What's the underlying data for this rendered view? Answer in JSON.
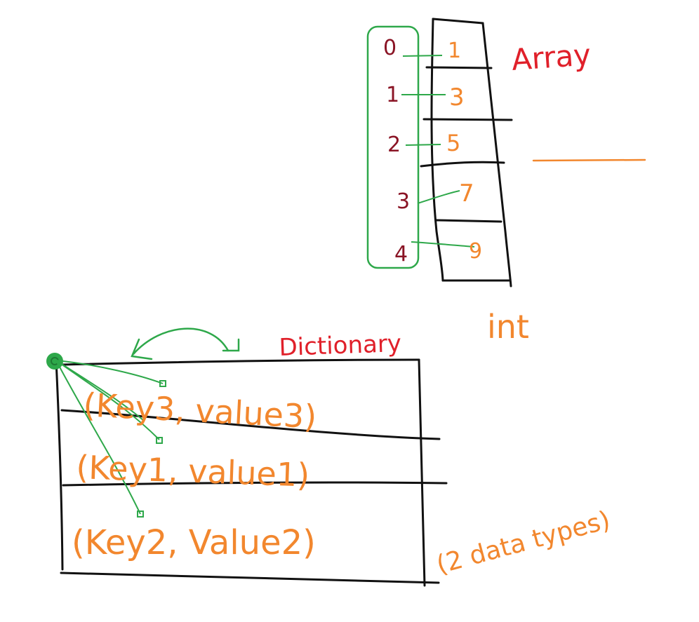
{
  "array": {
    "title": "Array",
    "indices": [
      "0",
      "1",
      "2",
      "3",
      "4"
    ],
    "values": [
      "1",
      "3",
      "5",
      "7",
      "9"
    ],
    "type_label": "int"
  },
  "dictionary": {
    "title": "Dictionary",
    "entries": [
      "(Key3, value3)",
      "(Key1, value1)",
      "(Key2, Value2)"
    ],
    "type_label": "(2 data types)"
  },
  "colors": {
    "black_lines": "#111111",
    "green_links": "#2ea84a",
    "orange_values": "#f2872e",
    "red_titles": "#e0202a",
    "maroon_indices": "#8a1425"
  }
}
